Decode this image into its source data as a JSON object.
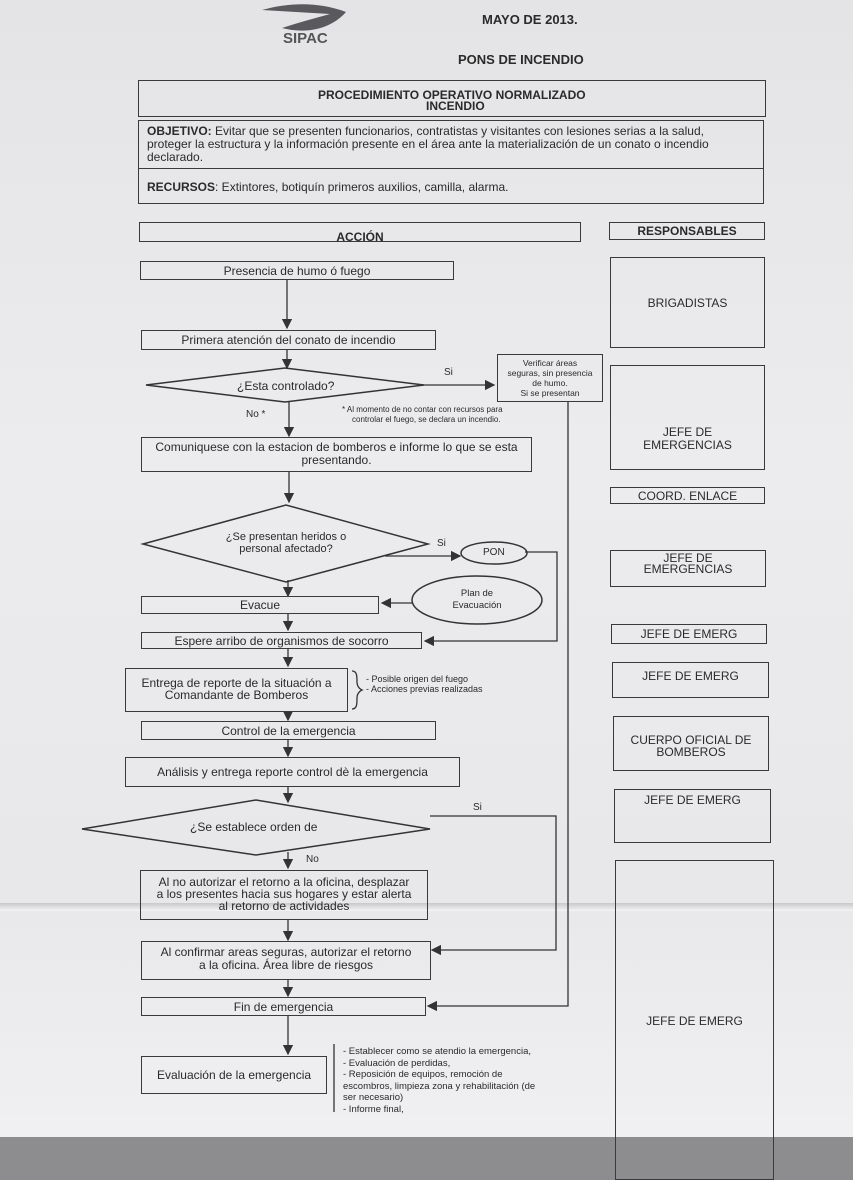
{
  "header": {
    "logo_text": "SIPAC",
    "date": "MAYO DE 2013.",
    "subtitle": "PONS DE INCENDIO"
  },
  "procedure": {
    "title_line1": "PROCEDIMIENTO OPERATIVO NORMALIZADO",
    "title_line2": "INCENDIO",
    "objective_label": "OBJETIVO:",
    "objective_line1": " Evitar que se presenten funcionarios, contratistas y visitantes con lesiones serias a la salud,",
    "objective_line2": "proteger la estructura y la información presente en el área ante la materialización de un conato o incendio",
    "objective_line3": "declarado.",
    "resources_label": "RECURSOS",
    "resources_text": ": Extintores, botiquín primeros auxilios, camilla, alarma."
  },
  "columns": {
    "action": "ACCIÓN",
    "responsible": "RESPONSABLES"
  },
  "flow": {
    "step1": "Presencia de humo ó fuego",
    "step2": "Primera atención del conato de incendio",
    "decision1": "¿Esta controlado?",
    "yes1": "Si",
    "no1": "No *",
    "verify_line1": "Verificar áreas",
    "verify_line2": "seguras, sin presencia",
    "verify_line3": "de humo.",
    "verify_line4": "Si se presentan",
    "note_line1": "* Al momento de no contar con recursos para",
    "note_line2": "controlar el fuego, se declara un incendio.",
    "step3_line1": "Comuniquese con la estacion de bomberos e informe lo que se esta",
    "step3_line2": "presentando.",
    "decision2_line1": "¿Se presentan heridos o",
    "decision2_line2": "personal afectado?",
    "yes2": "Si",
    "pon": "PON",
    "plan_line1": "Plan de",
    "plan_line2": "Evacuación",
    "evacue": "Evacue",
    "wait": "Espere arribo de organismos de socorro",
    "report_line1": "Entrega de reporte de la situación a",
    "report_line2": "Comandante de Bomberos",
    "report_note1": "- Posible origen del fuego",
    "report_note2": "- Acciones previas realizadas",
    "control": "Control de la emergencia",
    "analysis": "Análisis y entrega reporte control dè la emergencia",
    "decision3": "¿Se establece orden de",
    "yes3": "Si",
    "no3": "No",
    "no_return_line1": "Al no autorizar el retorno a la oficina, desplazar",
    "no_return_line2": "a los presentes hacia sus hogares y estar alerta",
    "no_return_line3": "al retorno de actividades",
    "confirm_line1": "Al confirmar areas seguras, autorizar el retorno",
    "confirm_line2": "a la oficina. Área libre de riesgos",
    "end": "Fin de emergencia",
    "evaluation": "Evaluación de la emergencia",
    "eval_note1": "- Establecer como se atendio la emergencia,",
    "eval_note2": "- Evaluación de perdidas,",
    "eval_note3": "- Reposición de equipos, remoción de",
    "eval_note4": "escombros, limpieza zona y rehabilitación (de",
    "eval_note5": "ser necesario)",
    "eval_note6": "-  Informe final,"
  },
  "responsibles": {
    "r1": "BRIGADISTAS",
    "r2_line1": "JEFE DE",
    "r2_line2": "EMERGENCIAS",
    "r3": "COORD. ENLACE",
    "r4_line1": "JEFE DE",
    "r4_line2": "EMERGENCIAS",
    "r5": "JEFE DE EMERG",
    "r6": "JEFE DE EMERG",
    "r7_line1": "CUERPO OFICIAL DE",
    "r7_line2": "BOMBEROS",
    "r8": "JEFE DE EMERG",
    "r9": "JEFE DE EMERG"
  }
}
